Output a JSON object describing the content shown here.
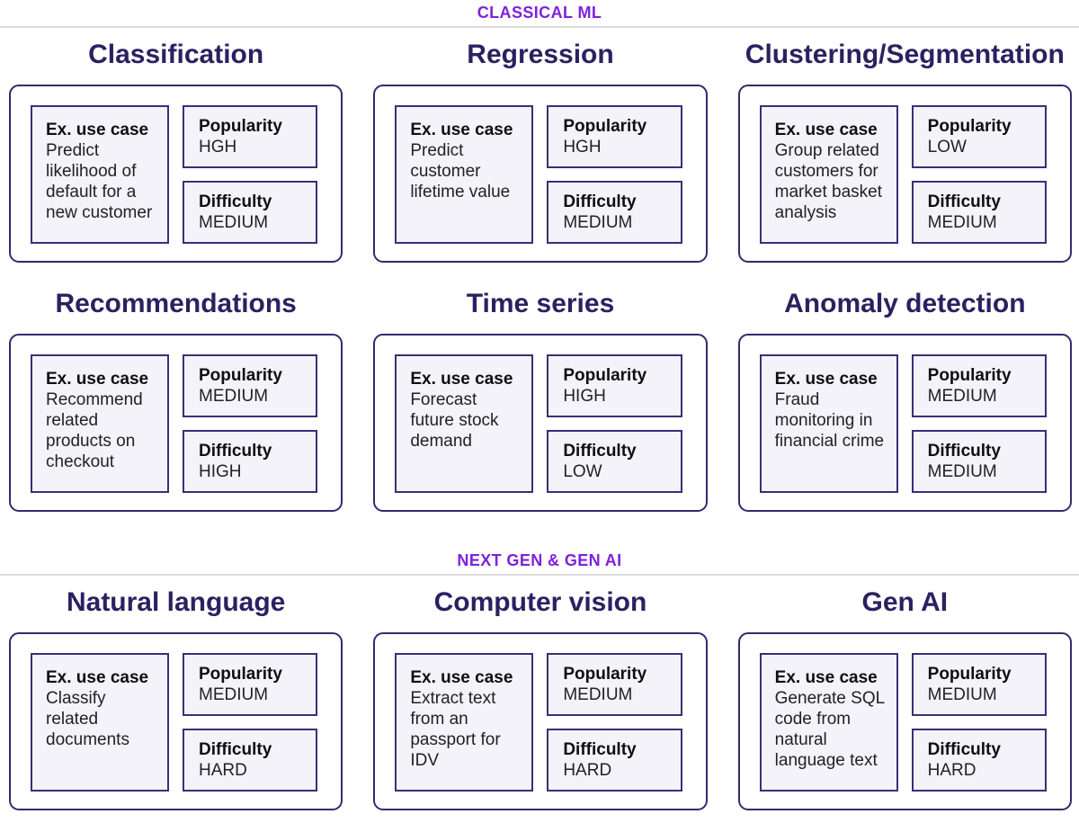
{
  "accent_colors": {
    "section_header_purple": "#7d22dc",
    "title_indigo": "#2b2161",
    "card_border": "#332a6d",
    "box_border": "#3b2e78",
    "box_background": "#f4f3fa",
    "divider_gray": "#dbdbdb"
  },
  "section1": {
    "label": "CLASSICAL ML"
  },
  "section2": {
    "label": "NEXT GEN & GEN AI"
  },
  "labels": {
    "use_case": "Ex. use case",
    "popularity": "Popularity",
    "difficulty": "Difficulty"
  },
  "cards": [
    {
      "title": "Classification",
      "use_case": "Predict likelihood of default for a new customer",
      "popularity": "HGH",
      "difficulty": "MEDIUM"
    },
    {
      "title": "Regression",
      "use_case": "Predict customer lifetime value",
      "popularity": "HGH",
      "difficulty": "MEDIUM"
    },
    {
      "title": "Clustering/Segmentation",
      "use_case": "Group related customers for market basket analysis",
      "popularity": "LOW",
      "difficulty": "MEDIUM"
    },
    {
      "title": "Recommendations",
      "use_case": "Recommend related products on checkout",
      "popularity": "MEDIUM",
      "difficulty": "HIGH"
    },
    {
      "title": "Time series",
      "use_case": "Forecast future stock demand",
      "popularity": "HIGH",
      "difficulty": "LOW"
    },
    {
      "title": "Anomaly detection",
      "use_case": "Fraud monitoring in financial crime",
      "popularity": "MEDIUM",
      "difficulty": "MEDIUM"
    },
    {
      "title": "Natural language",
      "use_case": "Classify related documents",
      "popularity": "MEDIUM",
      "difficulty": "HARD"
    },
    {
      "title": "Computer vision",
      "use_case": "Extract text from an passport for IDV",
      "popularity": "MEDIUM",
      "difficulty": "HARD"
    },
    {
      "title": "Gen AI",
      "use_case": "Generate SQL code from natural language text",
      "popularity": "MEDIUM",
      "difficulty": "HARD"
    }
  ]
}
